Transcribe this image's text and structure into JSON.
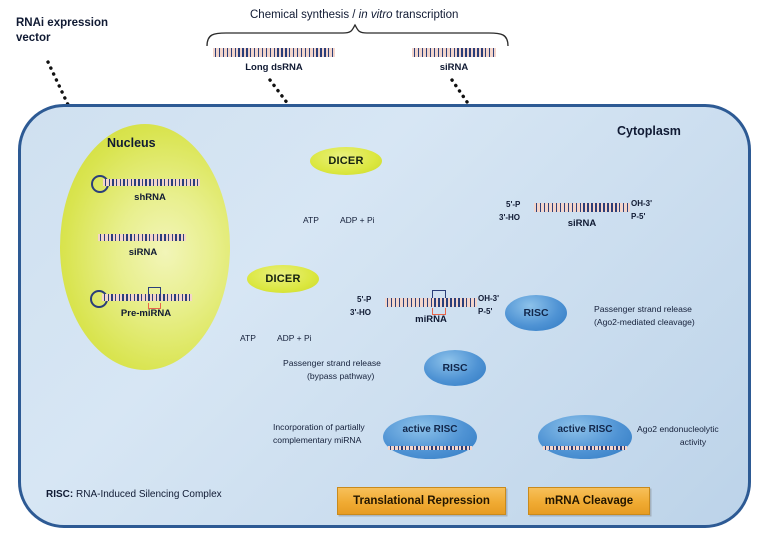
{
  "diagram": {
    "title": "RNAi pathway",
    "colors": {
      "cell_border": "#2d5a94",
      "cell_fill": "#cfe0f0",
      "nucleus": "#d9e44f",
      "dicer": "#dbe73f",
      "risc": "#4f93d4",
      "output_box": "#f0ab33",
      "rna_sense": "#2b3f7a",
      "rna_antisense": "#e8654a"
    }
  },
  "top": {
    "brace_label": "Chemical synthesis / in vitro transcription",
    "brace_label_plain": "Chemical synthesis /",
    "brace_label_italic": "in vitro",
    "brace_label_tail": "transcription",
    "vector_label_line1": "RNAi expression",
    "vector_label_line2": "vector",
    "long_dsrna_label": "Long dsRNA",
    "sirna_label": "siRNA"
  },
  "cell": {
    "cytoplasm_label": "Cytoplasm",
    "nucleus_label": "Nucleus"
  },
  "nucleus_species": [
    {
      "name": "shRNA"
    },
    {
      "name": "siRNA"
    },
    {
      "name": "Pre-miRNA"
    }
  ],
  "enzymes": {
    "dicer_top": "DICER",
    "dicer_bottom": "DICER",
    "atp": "ATP",
    "adp": "ADP + Pi"
  },
  "products": {
    "sirna": {
      "name": "siRNA",
      "end_5p": "5'-P",
      "end_3ho": "3'-HO",
      "end_oh3": "OH-3'",
      "end_p5": "P-5'"
    },
    "mirna": {
      "name": "miRNA",
      "end_5p": "5'-P",
      "end_3ho": "3'-HO",
      "end_oh3": "OH-3'",
      "end_p5": "P-5'"
    }
  },
  "risc": {
    "left_label": "RISC",
    "right_label": "RISC",
    "active_left_label": "active RISC",
    "active_right_label": "active RISC"
  },
  "notes": {
    "bypass_line1": "Passenger strand release",
    "bypass_line2": "(bypass pathway)",
    "ago2_line1": "Passenger strand release",
    "ago2_line2": "(Ago2-mediated cleavage)",
    "incorporation_line1": "Incorporation of partially",
    "incorporation_line2": "complementary miRNA",
    "endo_line1": "Ago2 endonucleolytic",
    "endo_line2": "activity"
  },
  "outputs": {
    "translational_repression": "Translational Repression",
    "mrna_cleavage": "mRNA Cleavage"
  },
  "legend": {
    "abbrev": "RISC:",
    "expansion": " RNA-Induced Silencing Complex"
  }
}
